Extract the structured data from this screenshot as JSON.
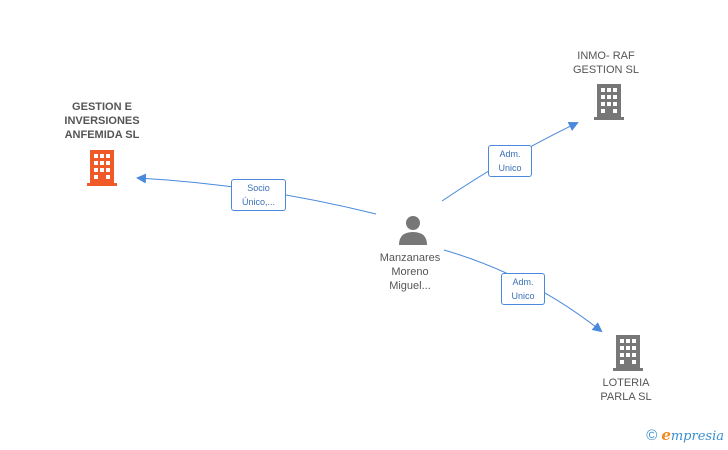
{
  "nodes": {
    "center": {
      "name_lines": [
        "Manzanares",
        "Moreno",
        "Miguel..."
      ]
    },
    "gestion": {
      "name_lines": [
        "GESTION E",
        "INVERSIONES",
        "ANFEMIDA SL"
      ],
      "color": "#f05a28"
    },
    "inmo": {
      "name_lines": [
        "INMO- RAF",
        "GESTION SL"
      ],
      "color": "#777777"
    },
    "loteria": {
      "name_lines": [
        "LOTERIA",
        "PARLA SL"
      ],
      "color": "#777777"
    }
  },
  "edges": {
    "to_gestion": {
      "label_lines": [
        "Socio",
        "Único,..."
      ]
    },
    "to_inmo": {
      "label_lines": [
        "Adm.",
        "Unico"
      ]
    },
    "to_loteria": {
      "label_lines": [
        "Adm.",
        "Unico"
      ]
    }
  },
  "footer": {
    "copyright_symbol": "©",
    "brand_initial": "e",
    "brand_rest": "mpresia"
  },
  "colors": {
    "edge": "#4a89dc",
    "person_icon": "#777777"
  }
}
